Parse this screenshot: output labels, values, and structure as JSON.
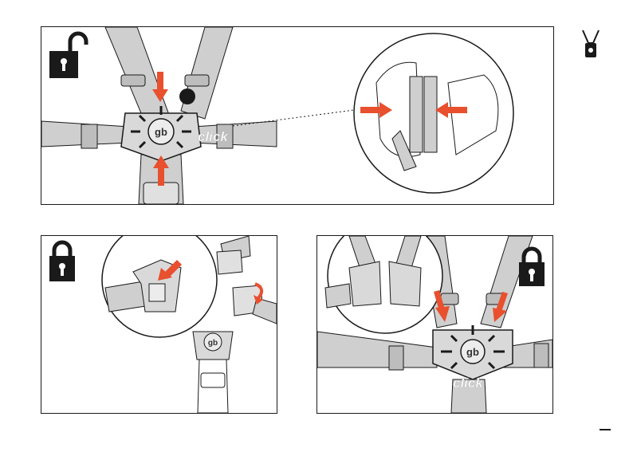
{
  "panels": {
    "unlock": {
      "state_icon": "padlock-open-icon",
      "sound_label": "click",
      "logo": "gb"
    },
    "lock_left": {
      "state_icon": "padlock-closed-icon",
      "logo": "gb"
    },
    "lock_right": {
      "state_icon": "padlock-closed-icon",
      "sound_label": "click",
      "logo": "gb"
    }
  },
  "side_icon": "harness-clip-icon",
  "colors": {
    "arrow": "#e8502e",
    "strap": "#cfcfcf",
    "outline": "#1a1a1a",
    "buckle": "#d9d9d9"
  }
}
